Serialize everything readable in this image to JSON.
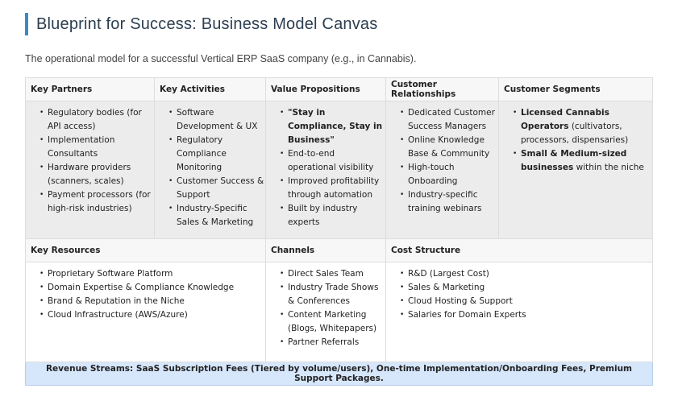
{
  "title": "Blueprint for Success: Business Model Canvas",
  "subtitle": "The operational model for a successful Vertical ERP SaaS company (e.g., in Cannabis).",
  "blocks": {
    "key_partners": {
      "label": "Key Partners",
      "items": [
        {
          "text": "Regulatory bodies (for API access)"
        },
        {
          "text": "Implementation Consultants"
        },
        {
          "text": "Hardware providers (scanners, scales)"
        },
        {
          "text": "Payment processors (for high-risk industries)"
        }
      ]
    },
    "key_activities": {
      "label": "Key Activities",
      "items": [
        {
          "text": "Software Development & UX"
        },
        {
          "text": "Regulatory Compliance Monitoring"
        },
        {
          "text": "Customer Success & Support"
        },
        {
          "text": "Industry-Specific Sales & Marketing"
        }
      ]
    },
    "value_propositions": {
      "label": "Value Propositions",
      "items": [
        {
          "bold": "\"Stay in Compliance, Stay in Business\""
        },
        {
          "text": "End-to-end operational visibility"
        },
        {
          "text": "Improved profitability through automation"
        },
        {
          "text": "Built by industry experts"
        }
      ]
    },
    "customer_relationships": {
      "label": "Customer Relationships",
      "items": [
        {
          "text": "Dedicated Customer Success Managers"
        },
        {
          "text": "Online Knowledge Base & Community"
        },
        {
          "text": "High-touch Onboarding"
        },
        {
          "text": "Industry-specific training webinars"
        }
      ]
    },
    "customer_segments": {
      "label": "Customer Segments",
      "items": [
        {
          "bold": "Licensed Cannabis Operators",
          "text": " (cultivators, processors, dispensaries)"
        },
        {
          "bold": "Small & Medium-sized businesses",
          "text": " within the niche"
        }
      ]
    },
    "key_resources": {
      "label": "Key Resources",
      "items": [
        {
          "text": "Proprietary Software Platform"
        },
        {
          "text": "Domain Expertise & Compliance Knowledge"
        },
        {
          "text": "Brand & Reputation in the Niche"
        },
        {
          "text": "Cloud Infrastructure (AWS/Azure)"
        }
      ]
    },
    "channels": {
      "label": "Channels",
      "items": [
        {
          "text": "Direct Sales Team"
        },
        {
          "text": "Industry Trade Shows & Conferences"
        },
        {
          "text": "Content Marketing (Blogs, Whitepapers)"
        },
        {
          "text": "Partner Referrals"
        }
      ]
    },
    "cost_structure": {
      "label": "Cost Structure",
      "items": [
        {
          "text": "R&D (Largest Cost)"
        },
        {
          "text": "Sales & Marketing"
        },
        {
          "text": "Cloud Hosting & Support"
        },
        {
          "text": "Salaries for Domain Experts"
        }
      ]
    }
  },
  "revenue_streams": "Revenue Streams: SaaS Subscription Fees (Tiered by volume/users), One-time Implementation/Onboarding Fees, Premium Support Packages."
}
